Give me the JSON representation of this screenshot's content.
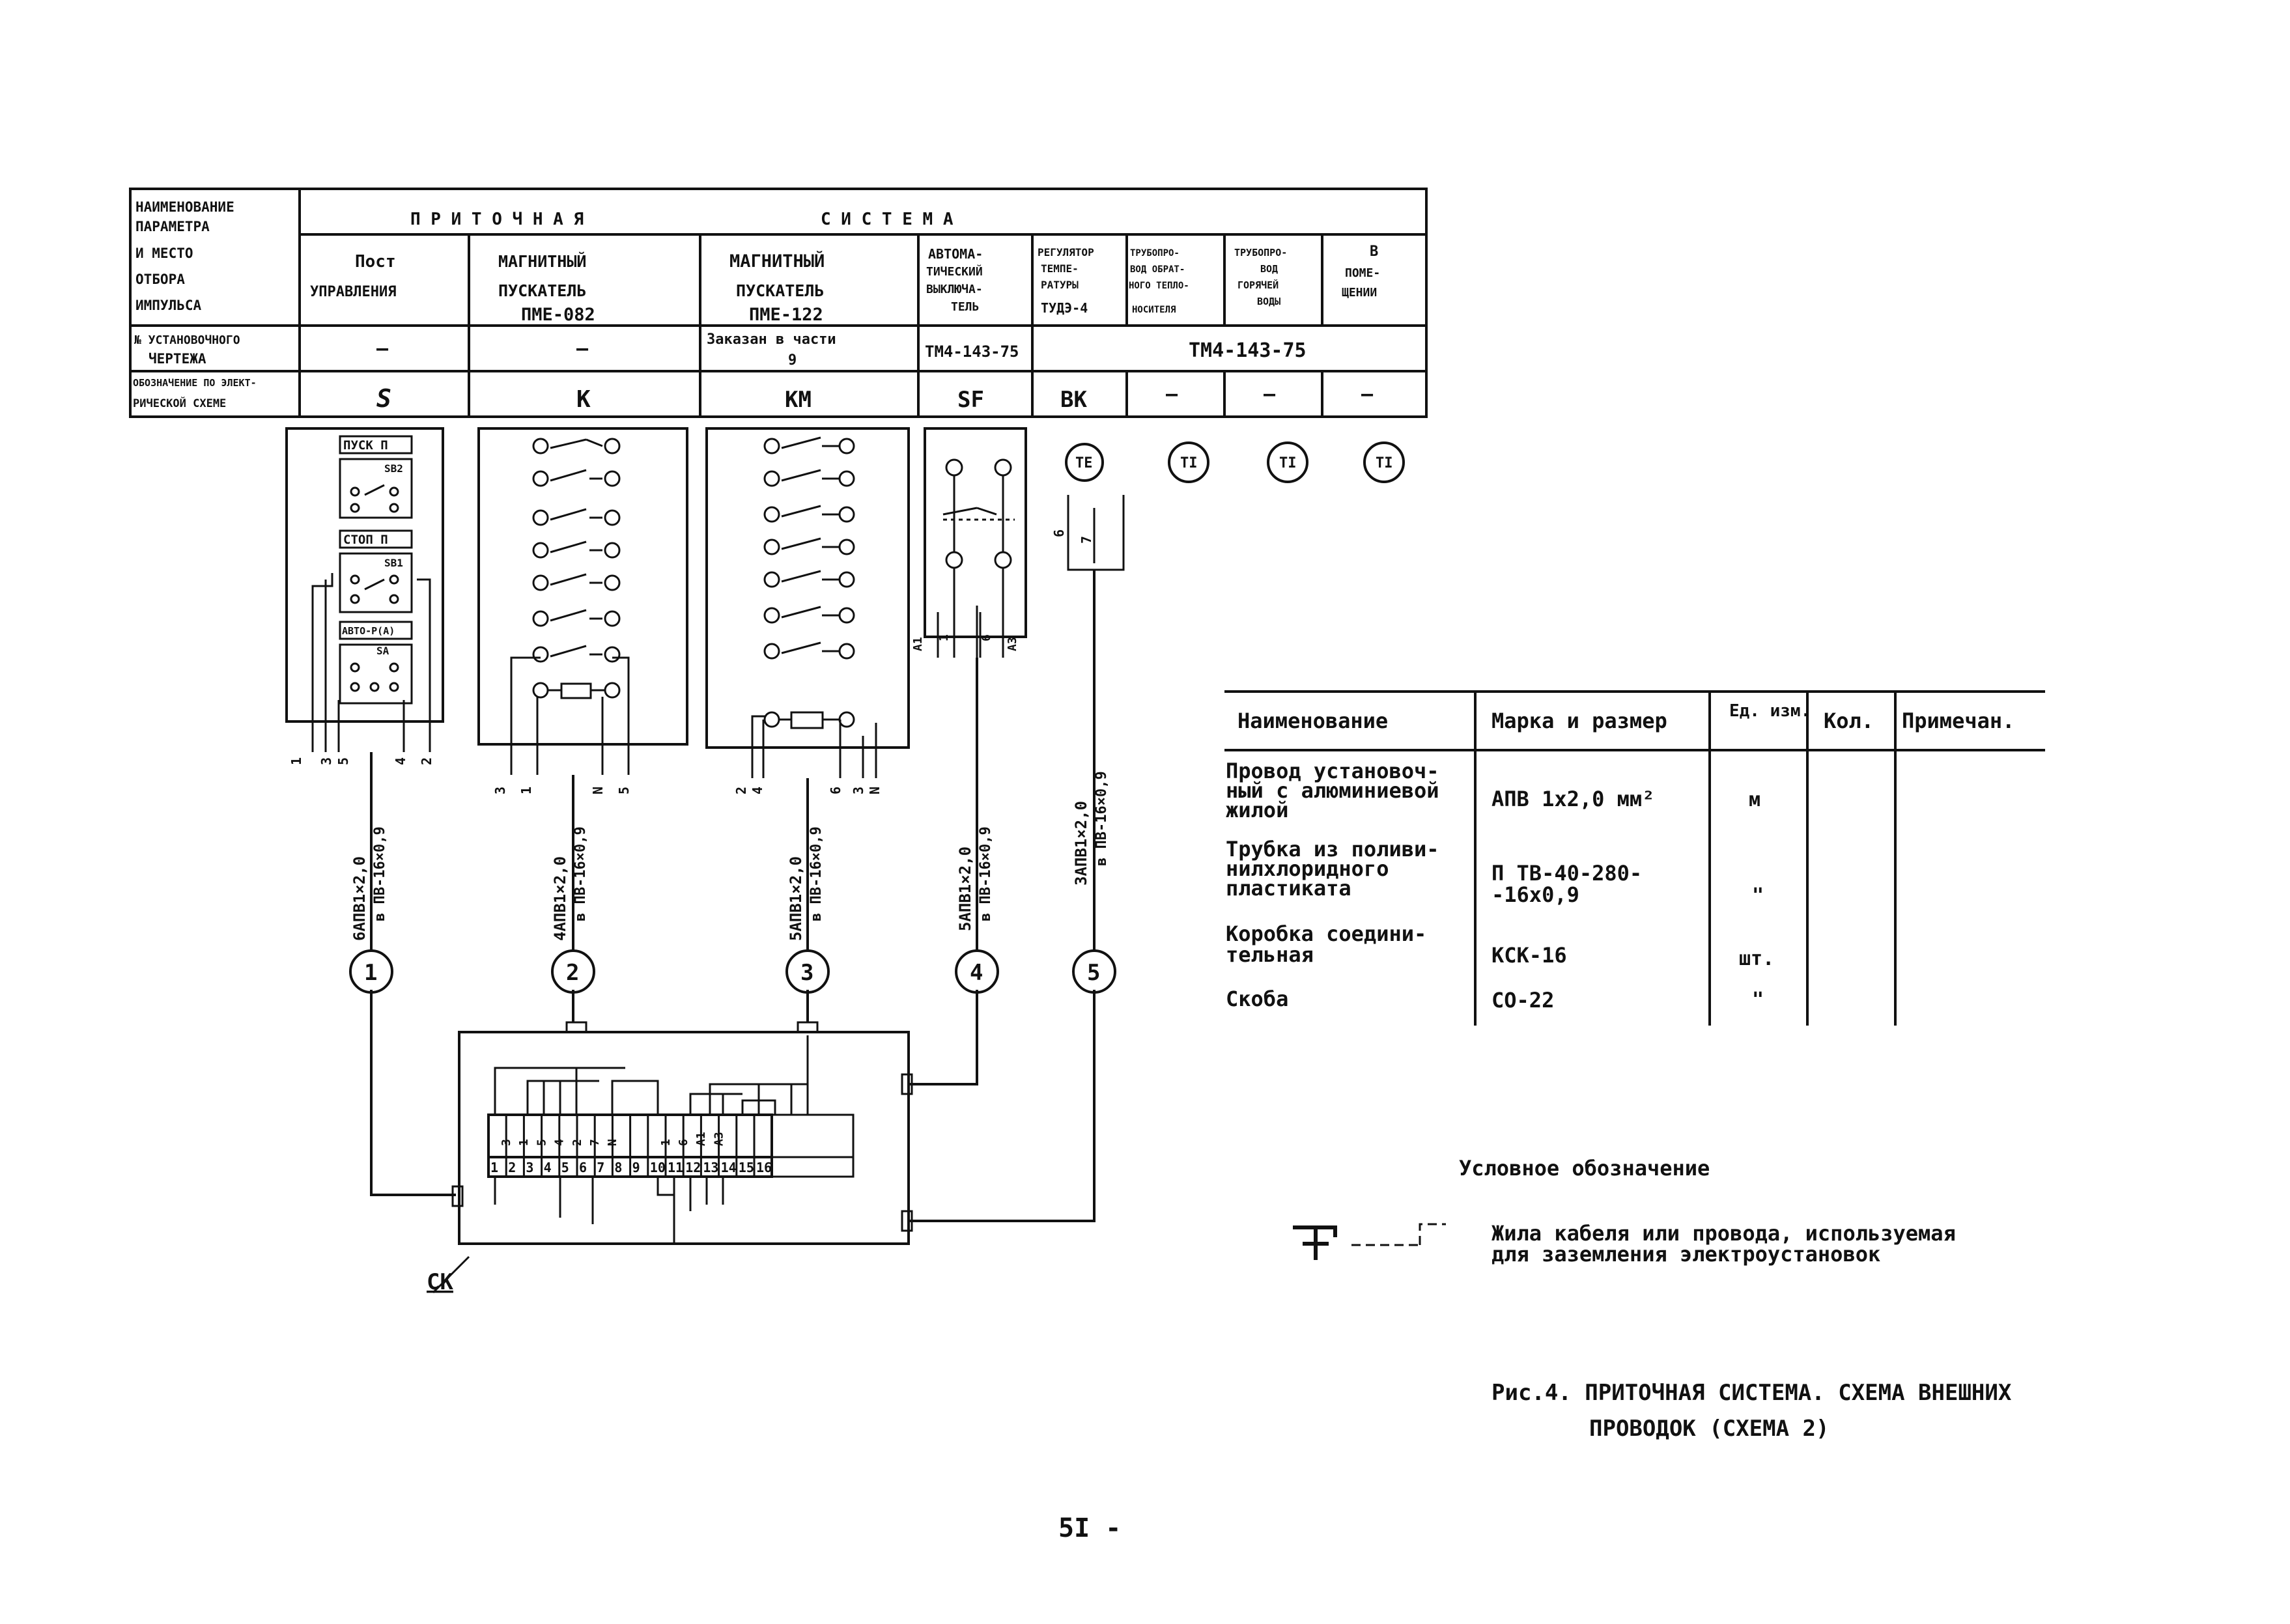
{
  "top_table": {
    "row_header": [
      "НАИМЕНОВАНИЕ",
      "ПАРАМЕТРА",
      "И МЕСТО",
      "ОТБОРА",
      "ИМПУЛЬСА"
    ],
    "row2_header": [
      "№ УСТАНОВОЧНОГО",
      "ЧЕРТЕЖА"
    ],
    "row3_header": [
      "ОБОЗНАЧЕНИЕ ПО ЭЛЕКТ-",
      "РИЧЕСКОЙ СХЕМЕ"
    ],
    "system_title_left": "П Р И Т О Ч Н А Я",
    "system_title_right": "С И С Т Е М А",
    "columns": [
      {
        "name": [
          "Пост",
          "УПРАВЛЕНИЯ"
        ],
        "drawing": "—",
        "designation": "S"
      },
      {
        "name": [
          "МАГНИТНЫЙ",
          "ПУСКАТЕЛЬ",
          "ПМЕ-082"
        ],
        "drawing": "—",
        "designation": "K"
      },
      {
        "name": [
          "МАГНИТНЫЙ",
          "ПУСКАТЕЛЬ",
          "ПМЕ-122"
        ],
        "drawing": "Заказан в части",
        "drawing_sub": "9",
        "designation": "KM"
      },
      {
        "name": [
          "АВТОМА-",
          "ТИЧЕСКИЙ",
          "ВЫКЛЮЧА-",
          "ТЕЛЬ"
        ],
        "drawing": "ТМ4-143-75",
        "designation": "SF"
      },
      {
        "name": [
          "РЕГУЛЯТОР",
          "ТЕМПЕ-",
          "РАТУРЫ",
          "ТУДЭ-4"
        ],
        "drawing": "",
        "designation": "BK"
      },
      {
        "name": [
          "ТРУБОПРО-",
          "ВОД ОБРАТ-",
          "НОГО ТЕПЛО-",
          "НОСИТЕЛЯ"
        ],
        "drawing": "ТМ4-143-75",
        "designation": "—"
      },
      {
        "name": [
          "ТРУБОПРО-",
          "ВОД",
          "ГОРЯЧЕЙ",
          "ВОДЫ"
        ],
        "drawing": "",
        "designation": "—"
      },
      {
        "name": [
          "В",
          "ПОМЕ-",
          "ЩЕНИИ"
        ],
        "drawing": "",
        "designation": "—"
      }
    ]
  },
  "devices": {
    "s_labels": [
      "ПУСК П",
      "СТОП П",
      "АВТО-Р(А)"
    ],
    "s_contacts": [
      "SB2",
      "SB1",
      "SA"
    ],
    "sensors": [
      "TE",
      "TI",
      "TI",
      "TI"
    ],
    "s_terminals": [
      "1",
      "3",
      "5",
      "4",
      "2"
    ],
    "k_terminals": [
      "3",
      "1",
      "N",
      "5"
    ],
    "km_terminals": [
      "2",
      "4",
      "6",
      "3",
      "N"
    ],
    "sf_terminals": [
      "A1",
      "1",
      "6",
      "A3"
    ],
    "bk_terminals": [
      "6",
      "7"
    ]
  },
  "cables": [
    {
      "id": "1",
      "mark": "6АПВ1×2,0",
      "tube": "в ПВ-16×0,9"
    },
    {
      "id": "2",
      "mark": "4АПВ1×2,0",
      "tube": "в ПВ-16×0,9"
    },
    {
      "id": "3",
      "mark": "5АПВ1×2,0",
      "tube": "в ПВ-16×0,9"
    },
    {
      "id": "4",
      "mark": "5АПВ1×2,0",
      "tube": "в ПВ-16×0,9"
    },
    {
      "id": "5",
      "mark": "3АПВ1×2,0",
      "tube": "в ПВ-16×0,9"
    }
  ],
  "junction_box": {
    "label": "СК",
    "upper_row": [
      "3",
      "1",
      "5",
      "4",
      "2",
      "7",
      "N",
      "",
      "",
      "1",
      "6",
      "A1",
      "A3",
      "",
      "",
      ""
    ],
    "lower_row": [
      "1",
      "2",
      "3",
      "4",
      "5",
      "6",
      "7",
      "8",
      "9",
      "10",
      "11",
      "12",
      "13",
      "14",
      "15",
      "16"
    ]
  },
  "spec_table": {
    "headers": [
      "Наименование",
      "Марка и размер",
      "Ед. изм.",
      "Кол.",
      "Примечан."
    ],
    "rows": [
      {
        "name": [
          "Провод установоч-",
          "ный с алюминиевой",
          "жилой"
        ],
        "mark": "АПВ 1х2,0 мм²",
        "unit": "м",
        "qty": "",
        "note": ""
      },
      {
        "name": [
          "Трубка из поливи-",
          "нилхлоридного",
          "пластиката"
        ],
        "mark": "П ТВ-40-280-",
        "mark2": "-16х0,9",
        "unit": "\"",
        "qty": "",
        "note": ""
      },
      {
        "name": [
          "Коробка соедини-",
          "тельная"
        ],
        "mark": "КСК-16",
        "unit": "шт.",
        "qty": "",
        "note": ""
      },
      {
        "name": [
          "Скоба"
        ],
        "mark": "СО-22",
        "unit": "\"",
        "qty": "",
        "note": ""
      }
    ]
  },
  "legend": {
    "title": "Условное обозначение",
    "text": [
      "Жила кабеля или провода, используемая",
      "для заземления электроустановок"
    ]
  },
  "caption": [
    "Рис.4. ПРИТОЧНАЯ СИСТЕМА. СХЕМА ВНЕШНИХ",
    "ПРОВОДОК (СХЕМА 2)"
  ],
  "page_number": "5I -"
}
